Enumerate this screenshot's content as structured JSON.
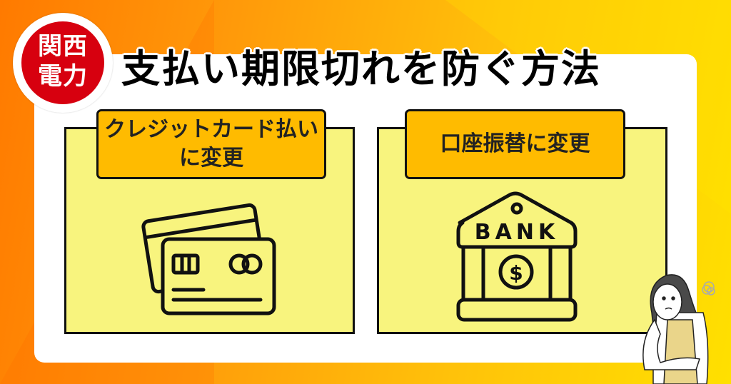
{
  "logo": {
    "line1": "関西",
    "line2": "電力"
  },
  "title": "支払い期限切れを防ぐ方法",
  "methods": [
    {
      "label_line1": "クレジットカード払い",
      "label_line2": "に変更",
      "icon": "credit-card-icon"
    },
    {
      "label": "口座振替に変更",
      "icon": "bank-icon",
      "icon_text": "BANK",
      "icon_symbol": "$"
    }
  ],
  "colors": {
    "logo_red": "#d7000f",
    "label_fill": "#ffbb00",
    "box_fill": "#f8f47e"
  }
}
